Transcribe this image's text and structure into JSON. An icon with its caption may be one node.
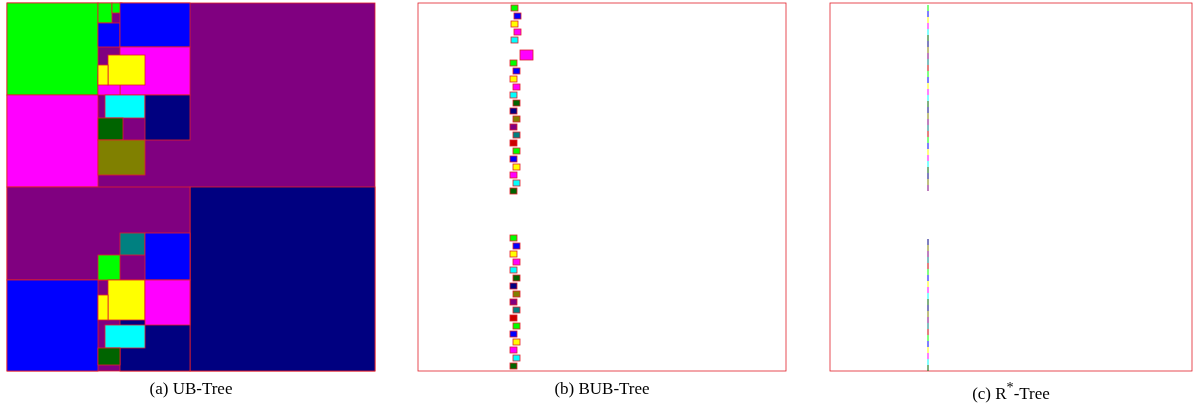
{
  "diagram": {
    "labels": [
      "(a) UB-Tree",
      "(b) BUB-Tree",
      "(c) R$^{*}$-Tree"
    ]
  }
}
